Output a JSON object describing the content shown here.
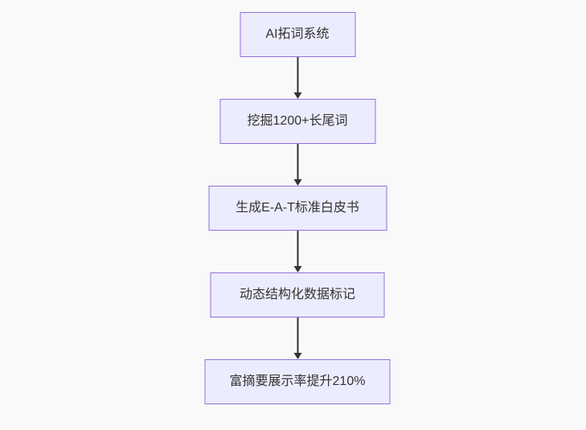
{
  "diagram": {
    "type": "flowchart",
    "direction": "top-down",
    "background_color": "#f9f9f9",
    "node_style": {
      "fill": "#ECECFF",
      "border": "#9370DB",
      "text_color": "#333333"
    },
    "arrow_color": "#333333",
    "nodes": [
      {
        "label": "AI拓词系统"
      },
      {
        "label": "挖掘1200+长尾词"
      },
      {
        "label": "生成E-A-T标准白皮书"
      },
      {
        "label": "动态结构化数据标记"
      },
      {
        "label": "富摘要展示率提升210%"
      }
    ],
    "edges": [
      {
        "from": 0,
        "to": 1
      },
      {
        "from": 1,
        "to": 2
      },
      {
        "from": 2,
        "to": 3
      },
      {
        "from": 3,
        "to": 4
      }
    ]
  }
}
